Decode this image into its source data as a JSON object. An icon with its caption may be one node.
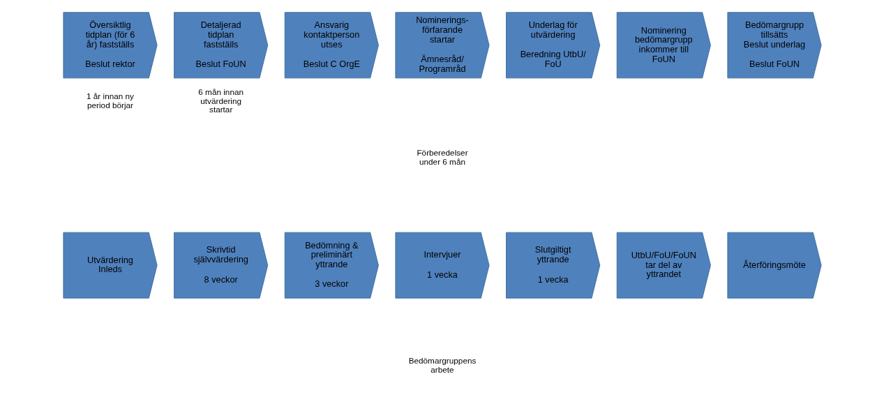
{
  "diagram": {
    "nodes": [
      {
        "text": [
          "Översiktlig tidplan (för 6 år) fastställs",
          "Beslut rektor"
        ],
        "beside": [
          "1 år innan ny period börjar"
        ]
      },
      {
        "text": [
          "Detaljerad tidplan fastställs",
          "Beslut FoUN"
        ],
        "beside": [
          "6 mån innan utvärdering startar"
        ]
      },
      {
        "text": [
          "Ansvarig kontaktperson utses",
          "Beslut C OrgE"
        ]
      },
      {
        "text": [
          "Nominerings- förfarande startar",
          "Ämnesråd/ Programråd"
        ]
      },
      {
        "text": [
          "Underlag för utvärdering",
          "Beredning UtbU/ FoU"
        ]
      },
      {
        "text": [
          "Nominering bedömargrupp inkommer till FoUN"
        ]
      },
      {
        "text": [
          "Bedömargrupp tillsätts Beslut underlag",
          "Beslut FoUN"
        ]
      },
      {
        "text": [
          "Utvärdering Inleds"
        ]
      },
      {
        "text": [
          "Skrivtid självvärdering",
          "8 veckor"
        ]
      },
      {
        "text": [
          "Bedömning & preliminärt yttrande",
          "3 veckor"
        ]
      },
      {
        "text": [
          "Intervjuer",
          "1 vecka"
        ]
      },
      {
        "text": [
          "Slutgiltigt yttrande",
          "1 vecka"
        ]
      },
      {
        "text": [
          "UtbU/FoU/FoUN tar del av yttrandet"
        ]
      },
      {
        "text": [
          "Återföringsmöte"
        ]
      }
    ],
    "labels": [
      "Förberedelser under 6 mån",
      "Bedömargruppens arbete"
    ]
  }
}
